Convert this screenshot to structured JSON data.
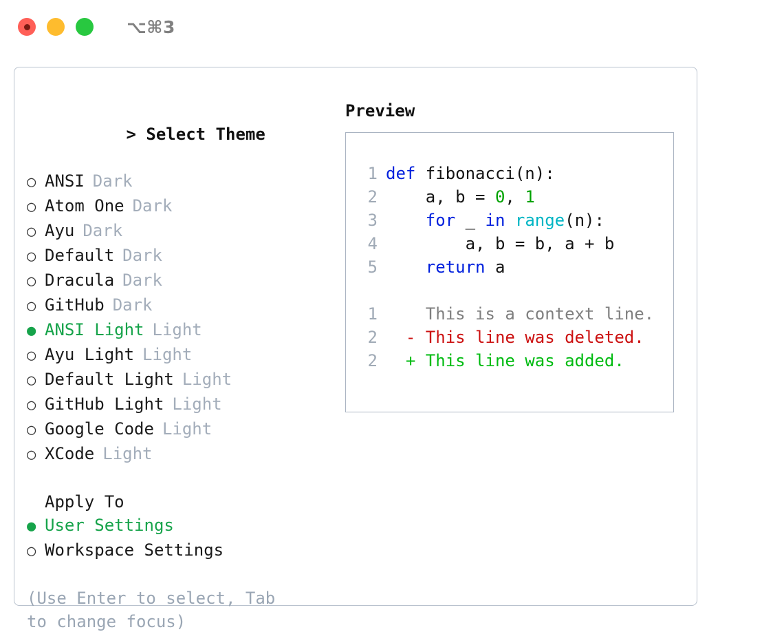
{
  "window": {
    "shortcut": "⌥⌘3",
    "traffic_lights": [
      {
        "name": "close",
        "color": "#ff5f57"
      },
      {
        "name": "minimize",
        "color": "#febc2e"
      },
      {
        "name": "maximize",
        "color": "#28c840"
      }
    ]
  },
  "theme_picker": {
    "header_caret": ">",
    "header": "Select Theme",
    "marker_selected": "●",
    "marker_unselected": "○",
    "accent_color": "#16a34a",
    "options": [
      {
        "label": "ANSI",
        "category": "Dark",
        "selected": false
      },
      {
        "label": "Atom One",
        "category": "Dark",
        "selected": false
      },
      {
        "label": "Ayu",
        "category": "Dark",
        "selected": false
      },
      {
        "label": "Default",
        "category": "Dark",
        "selected": false
      },
      {
        "label": "Dracula",
        "category": "Dark",
        "selected": false
      },
      {
        "label": "GitHub",
        "category": "Dark",
        "selected": false
      },
      {
        "label": "ANSI Light",
        "category": "Light",
        "selected": true
      },
      {
        "label": "Ayu Light",
        "category": "Light",
        "selected": false
      },
      {
        "label": "Default Light",
        "category": "Light",
        "selected": false
      },
      {
        "label": "GitHub Light",
        "category": "Light",
        "selected": false
      },
      {
        "label": "Google Code",
        "category": "Light",
        "selected": false
      },
      {
        "label": "XCode",
        "category": "Light",
        "selected": false
      }
    ]
  },
  "apply_to": {
    "header": "Apply To",
    "options": [
      {
        "label": "User Settings",
        "selected": true
      },
      {
        "label": "Workspace Settings",
        "selected": false
      }
    ]
  },
  "hint": "(Use Enter to select, Tab to change focus)",
  "preview": {
    "title": "Preview",
    "code_lines": [
      {
        "number": "1",
        "tokens": [
          {
            "text": "def",
            "kind": "kw"
          },
          {
            "text": " fibonacci(n):",
            "kind": "plain"
          }
        ]
      },
      {
        "number": "2",
        "tokens": [
          {
            "text": "    a, b = ",
            "kind": "plain"
          },
          {
            "text": "0",
            "kind": "num"
          },
          {
            "text": ", ",
            "kind": "plain"
          },
          {
            "text": "1",
            "kind": "num"
          }
        ]
      },
      {
        "number": "3",
        "tokens": [
          {
            "text": "    ",
            "kind": "plain"
          },
          {
            "text": "for",
            "kind": "kw"
          },
          {
            "text": " _ ",
            "kind": "plain"
          },
          {
            "text": "in",
            "kind": "kw"
          },
          {
            "text": " ",
            "kind": "plain"
          },
          {
            "text": "range",
            "kind": "fn"
          },
          {
            "text": "(n):",
            "kind": "plain"
          }
        ]
      },
      {
        "number": "4",
        "tokens": [
          {
            "text": "        a, b = b, a + b",
            "kind": "plain"
          }
        ]
      },
      {
        "number": "5",
        "tokens": [
          {
            "text": "    ",
            "kind": "plain"
          },
          {
            "text": "return",
            "kind": "kw"
          },
          {
            "text": " a",
            "kind": "plain"
          }
        ]
      }
    ],
    "diff_lines": [
      {
        "number": "1",
        "sign": " ",
        "text": "This is a context line.",
        "kind": "ctx"
      },
      {
        "number": "2",
        "sign": "-",
        "text": "This line was deleted.",
        "kind": "del"
      },
      {
        "number": "2",
        "sign": "+",
        "text": "This line was added.",
        "kind": "add"
      }
    ]
  }
}
